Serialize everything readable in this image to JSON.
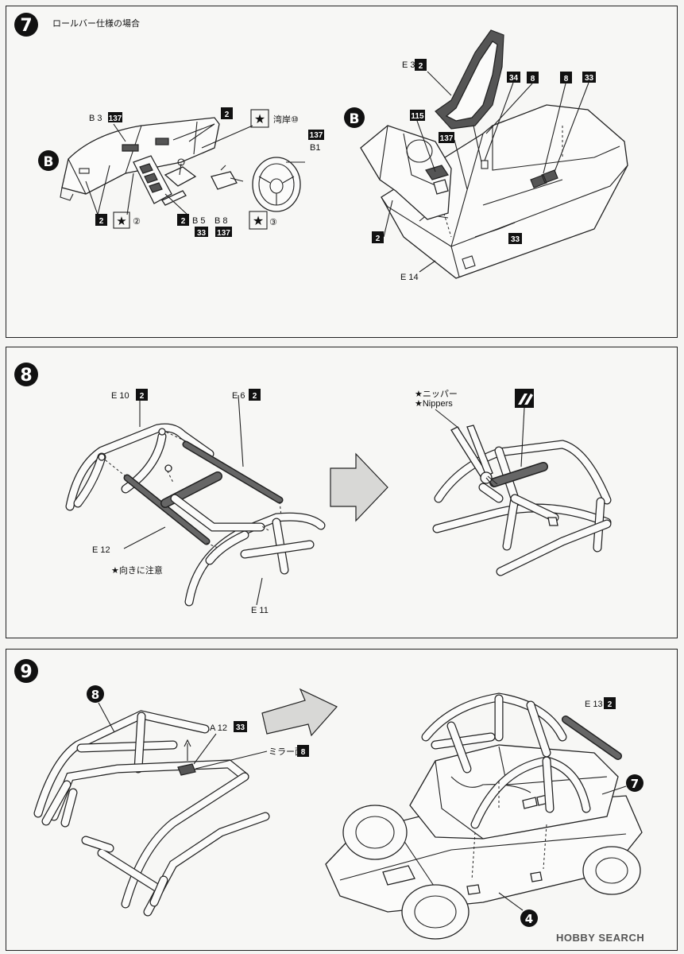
{
  "step7": {
    "number": "7",
    "title": "ロールバー仕様の場合",
    "callout_b_left": "B",
    "callout_b_right": "B",
    "b3_label": "B 3",
    "b3_code": "137",
    "top_code_2": "2",
    "wangan_label": "湾岸⑩",
    "b1_code": "137",
    "b1_label": "B1",
    "left_code_2": "2",
    "star2_label": "②",
    "b5_code_2": "2",
    "b5_label": "B 5",
    "b5_code_33": "33",
    "b8_label": "B 8",
    "b8_code_137": "137",
    "star3_label": "③",
    "e3_label": "E 3",
    "e3_code": "2",
    "code_34": "34",
    "code_8a": "8",
    "code_8b": "8",
    "code_33a": "33",
    "code_115": "115",
    "code_137": "137",
    "code_2_bottom": "2",
    "code_33_bottom": "33",
    "e14_label": "E 14"
  },
  "step8": {
    "number": "8",
    "e10_label": "E 10",
    "e10_code": "2",
    "e6_label": "E 6",
    "e6_code": "2",
    "e12_label": "E 12",
    "note": "★向きに注意",
    "e11_label": "E 11",
    "nipper_jp": "★ニッパー",
    "nipper_en": "★Nippers"
  },
  "step9": {
    "number": "9",
    "ref_8": "8",
    "a12_label": "A 12",
    "a12_code": "33",
    "mirror_label": "ミラー面",
    "mirror_code": "8",
    "e13_label": "E 13",
    "e13_code": "2",
    "ref_7": "7",
    "ref_4": "4"
  },
  "watermark": "HOBBY SEARCH"
}
